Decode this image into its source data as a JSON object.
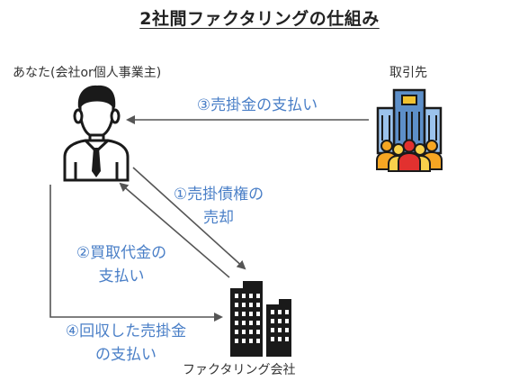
{
  "title": "2社間ファクタリングの仕組み",
  "nodes": {
    "you_label": "あなた(会社or個人事業主)",
    "client_label": "取引先",
    "factoring_label": "ファクタリング会社"
  },
  "steps": {
    "step3_line1": "③売掛金の支払い",
    "step1_line1": "①売掛債権の",
    "step1_line2": "売却",
    "step2_line1": "②買取代金の",
    "step2_line2": "支払い",
    "step4_line1": "④回収した売掛金",
    "step4_line2": "の支払い"
  },
  "colors": {
    "accent_text": "#4a7fc7",
    "arrow": "#555555"
  }
}
